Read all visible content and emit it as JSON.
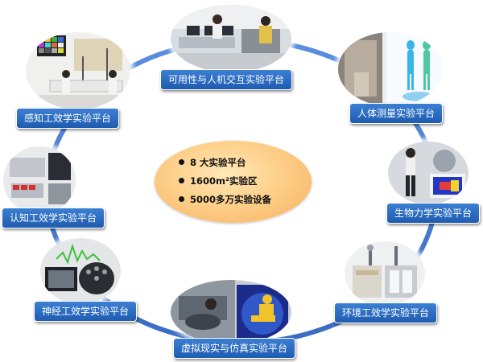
{
  "center": {
    "items": [
      "8 大实验平台",
      "1600m²实验区",
      "5000多万实验设备"
    ]
  },
  "platforms": [
    "可用性与人机交互实验平台",
    "人体测量实验平台",
    "生物力学实验平台",
    "环境工效学实验平台",
    "虚拟现实与仿真实验平台",
    "神经工效学实验平台",
    "认知工效学实验平台",
    "感知工效学实验平台"
  ],
  "colors": {
    "ring": "#4a7fd0",
    "label_bg": "#2a6bc2",
    "center_fill": "#fdc67a"
  }
}
